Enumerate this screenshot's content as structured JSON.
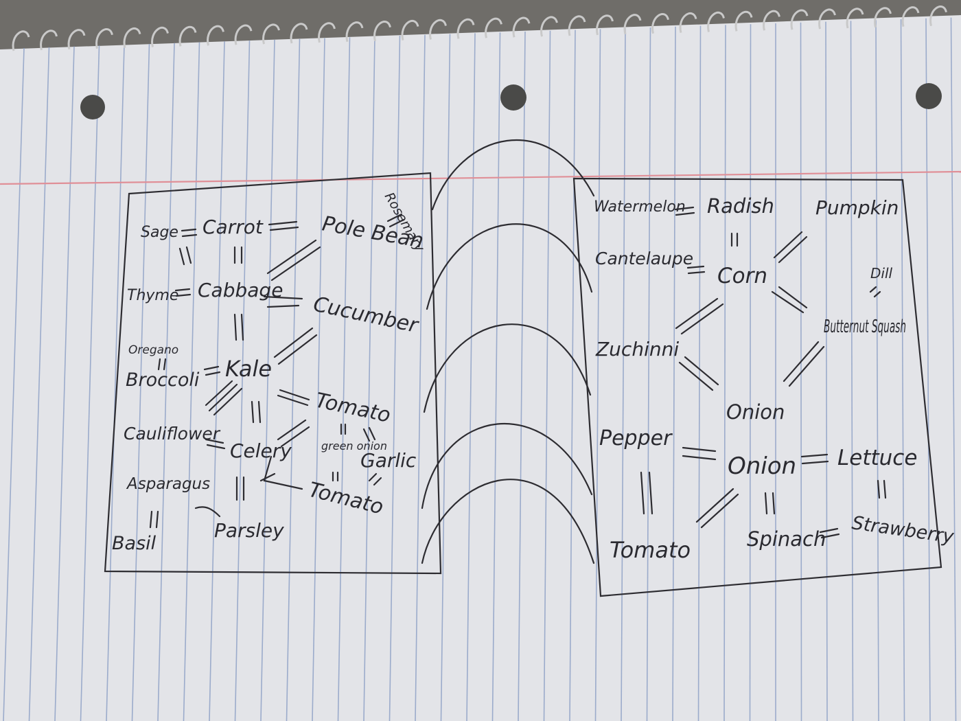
{
  "title": "",
  "left_bed": {
    "plants": {
      "sage": "Sage",
      "carrot": "Carrot",
      "pole_bean": "Pole Bean",
      "rosemary": "Rosemary",
      "thyme": "Thyme",
      "cabbage": "Cabbage",
      "cucumber": "Cucumber",
      "oregano": "Oregano",
      "broccoli": "Broccoli",
      "kale": "Kale",
      "tomato_upper": "Tomato",
      "cauliflower": "Cauliflower",
      "celery": "Celery",
      "green_onion": "green onion",
      "garlic": "Garlic",
      "asparagus": "Asparagus",
      "tomato_lower": "Tomato",
      "basil": "Basil",
      "parsley": "Parsley"
    }
  },
  "right_bed": {
    "plants": {
      "watermelon": "Watermelon",
      "radish": "Radish",
      "pumpkin": "Pumpkin",
      "cantelaupe": "Cantelaupe",
      "corn": "Corn",
      "dill": "Dill",
      "zucchini": "Zuchinni",
      "butternut_squash": "Butternut Squash",
      "onion_upper": "Onion",
      "pepper": "Pepper",
      "onion_center": "Onion",
      "lettuce": "Lettuce",
      "tomato": "Tomato",
      "spinach": "Spinach",
      "strawberry": "Strawberry"
    }
  },
  "symbols": {
    "equals": "=",
    "parallel": "||"
  },
  "colors": {
    "paper": "#e3e4e8",
    "rule_blue": "#8fa2c6",
    "margin_red": "#e08f97",
    "ink": "#2d2c31",
    "background": "#6f6d69"
  }
}
